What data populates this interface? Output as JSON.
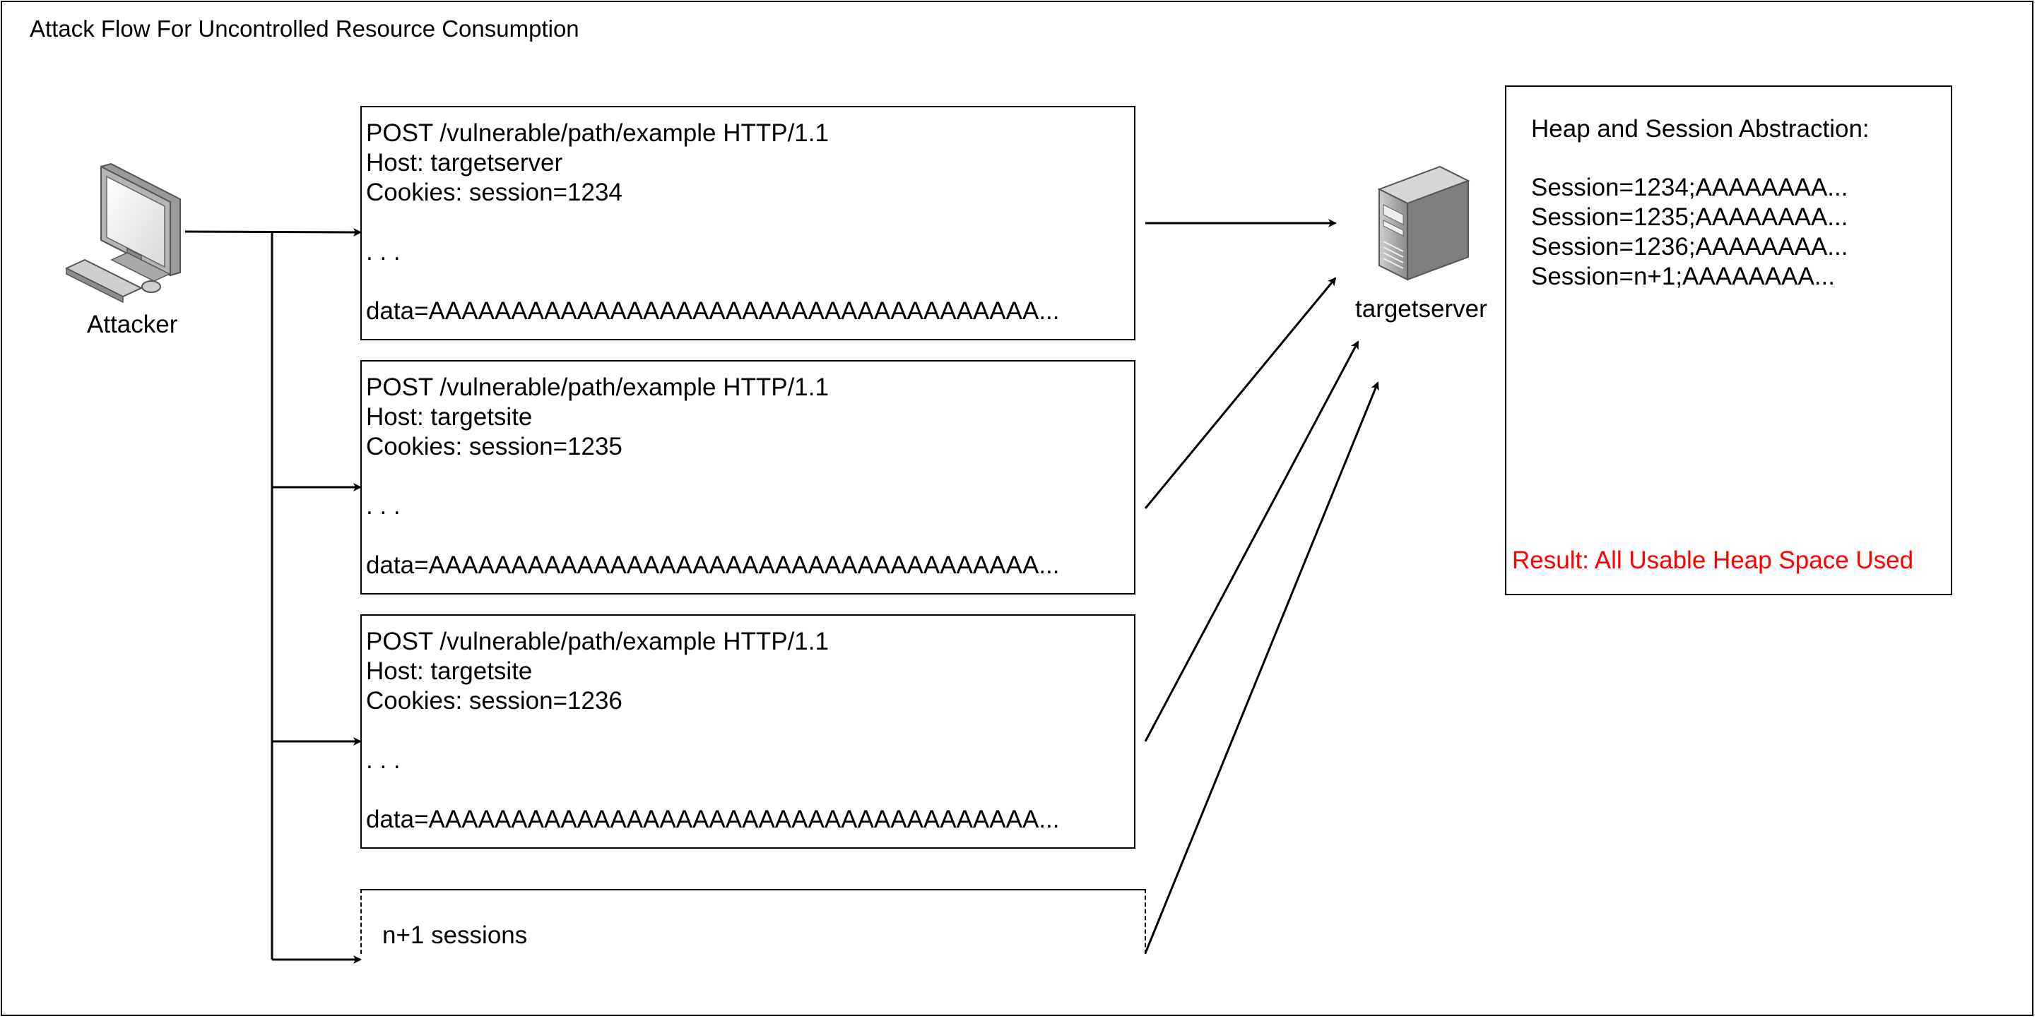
{
  "diagram": {
    "title": "Attack Flow For Uncontrolled Resource Consumption",
    "attacker": {
      "label": "Attacker",
      "icon": "computer-icon"
    },
    "server": {
      "label": "targetserver",
      "icon": "server-icon"
    },
    "requests": [
      {
        "request_line": "POST /vulnerable/path/example HTTP/1.1",
        "host": "Host: targetserver",
        "cookies": "Cookies: session=1234",
        "ellipsis": ". . .",
        "data": "data=AAAAAAAAAAAAAAAAAAAAAAAAAAAAAAAAAAAAA..."
      },
      {
        "request_line": "POST /vulnerable/path/example HTTP/1.1",
        "host": "Host: targetsite",
        "cookies": "Cookies: session=1235",
        "ellipsis": ". . .",
        "data": "data=AAAAAAAAAAAAAAAAAAAAAAAAAAAAAAAAAAAAA..."
      },
      {
        "request_line": "POST /vulnerable/path/example HTTP/1.1",
        "host": "Host: targetsite",
        "cookies": "Cookies: session=1236",
        "ellipsis": ". . .",
        "data": "data=AAAAAAAAAAAAAAAAAAAAAAAAAAAAAAAAAAAAA..."
      }
    ],
    "more_sessions": "n+1 sessions",
    "heap": {
      "title": "Heap and Session Abstraction:",
      "sessions": [
        "Session=1234;AAAAAAAA...",
        "Session=1235;AAAAAAAA...",
        "Session=1236;AAAAAAAA...",
        "Session=n+1;AAAAAAAA..."
      ],
      "result": "Result: All Usable Heap Space Used",
      "result_color": "#ff0000"
    }
  }
}
